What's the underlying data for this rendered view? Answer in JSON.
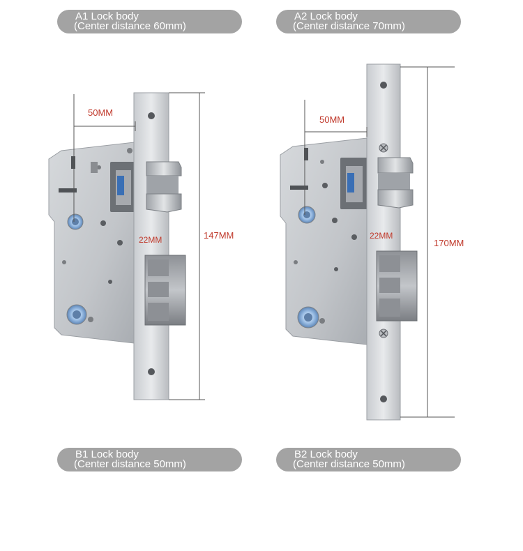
{
  "labels": {
    "a1": {
      "line1": "A1 Lock body",
      "line2": "(Center distance 60mm)"
    },
    "a2": {
      "line1": "A2 Lock body",
      "line2": "(Center distance 70mm)"
    },
    "b1": {
      "line1": "B1 Lock body",
      "line2": "(Center distance 50mm)"
    },
    "b2": {
      "line1": "B2 Lock body",
      "line2": "(Center distance 50mm)"
    }
  },
  "dimensions": {
    "left": {
      "backset": "50MM",
      "gap": "22MM",
      "height": "147MM"
    },
    "right": {
      "backset": "50MM",
      "gap": "22MM",
      "height": "170MM"
    }
  },
  "colors": {
    "pill": "#a3a3a3",
    "dimension_text": "#c0392b",
    "dimension_line": "#555555"
  }
}
